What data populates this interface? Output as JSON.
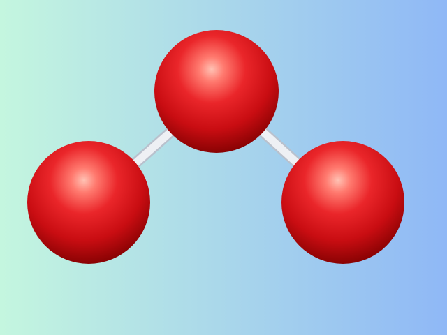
{
  "image": {
    "subject": "molecule-ball-and-stick",
    "atom_count": 3,
    "bond_count": 2
  },
  "colors": {
    "background_left": "#c4f6df",
    "background_right": "#8fb8f6",
    "atom_highlight": "#ffc2b4",
    "atom_base": "#e0191c",
    "atom_shadow": "#7c0000",
    "bond": "#e7e9ee",
    "bond_shadow": "#b9c1cd"
  }
}
